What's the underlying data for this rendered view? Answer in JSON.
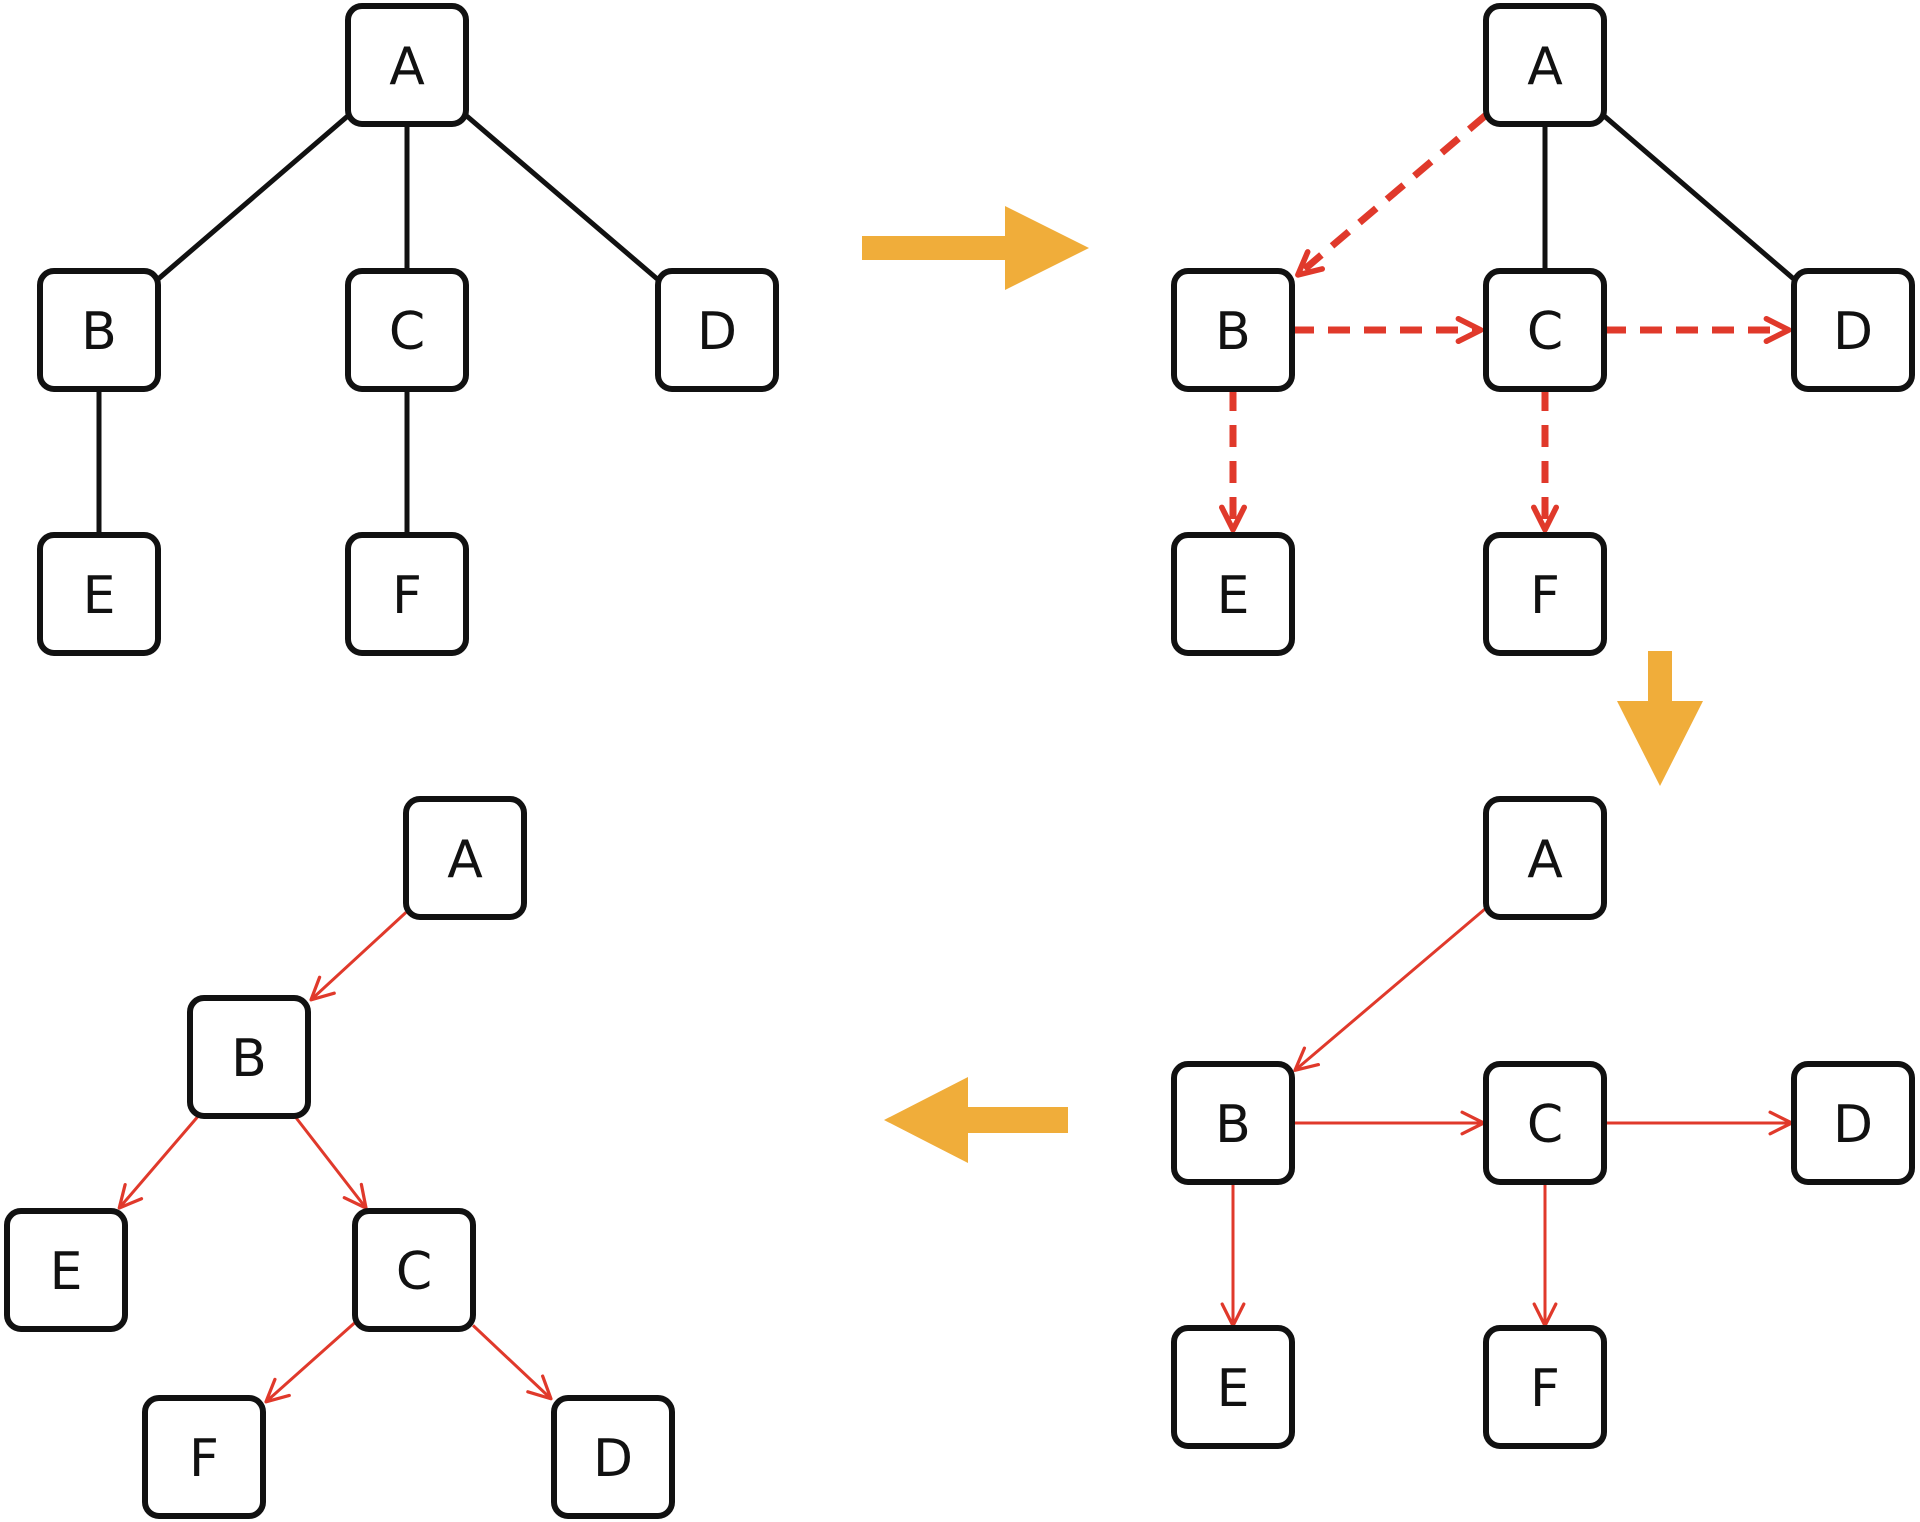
{
  "colors": {
    "node_stroke": "#111111",
    "edge_black": "#111111",
    "edge_red": "#e0392b",
    "step_arrow": "#f0ad3a"
  },
  "panels": [
    {
      "id": "original-tree",
      "nodes": [
        {
          "id": "A",
          "label": "A"
        },
        {
          "id": "B",
          "label": "B"
        },
        {
          "id": "C",
          "label": "C"
        },
        {
          "id": "D",
          "label": "D"
        },
        {
          "id": "E",
          "label": "E"
        },
        {
          "id": "F",
          "label": "F"
        }
      ],
      "edges": [
        {
          "from": "A",
          "to": "B",
          "style": "solid-black"
        },
        {
          "from": "A",
          "to": "C",
          "style": "solid-black"
        },
        {
          "from": "A",
          "to": "D",
          "style": "solid-black"
        },
        {
          "from": "B",
          "to": "E",
          "style": "solid-black"
        },
        {
          "from": "C",
          "to": "F",
          "style": "solid-black"
        }
      ]
    },
    {
      "id": "relinking-tree",
      "nodes": [
        {
          "id": "A",
          "label": "A"
        },
        {
          "id": "B",
          "label": "B"
        },
        {
          "id": "C",
          "label": "C"
        },
        {
          "id": "D",
          "label": "D"
        },
        {
          "id": "E",
          "label": "E"
        },
        {
          "id": "F",
          "label": "F"
        }
      ],
      "edges": [
        {
          "from": "A",
          "to": "C",
          "style": "solid-black"
        },
        {
          "from": "A",
          "to": "D",
          "style": "solid-black"
        },
        {
          "from": "A",
          "to": "B",
          "style": "dashed-red-arrow"
        },
        {
          "from": "B",
          "to": "C",
          "style": "dashed-red-arrow"
        },
        {
          "from": "C",
          "to": "D",
          "style": "dashed-red-arrow"
        },
        {
          "from": "B",
          "to": "E",
          "style": "dashed-red-arrow"
        },
        {
          "from": "C",
          "to": "F",
          "style": "dashed-red-arrow"
        }
      ]
    },
    {
      "id": "binary-links-tree",
      "nodes": [
        {
          "id": "A",
          "label": "A"
        },
        {
          "id": "B",
          "label": "B"
        },
        {
          "id": "C",
          "label": "C"
        },
        {
          "id": "D",
          "label": "D"
        },
        {
          "id": "E",
          "label": "E"
        },
        {
          "id": "F",
          "label": "F"
        }
      ],
      "edges": [
        {
          "from": "A",
          "to": "B",
          "style": "thin-red-arrow"
        },
        {
          "from": "B",
          "to": "C",
          "style": "thin-red-arrow"
        },
        {
          "from": "C",
          "to": "D",
          "style": "thin-red-arrow"
        },
        {
          "from": "B",
          "to": "E",
          "style": "thin-red-arrow"
        },
        {
          "from": "C",
          "to": "F",
          "style": "thin-red-arrow"
        }
      ]
    },
    {
      "id": "binary-tree",
      "nodes": [
        {
          "id": "A",
          "label": "A"
        },
        {
          "id": "B",
          "label": "B"
        },
        {
          "id": "C",
          "label": "C"
        },
        {
          "id": "D",
          "label": "D"
        },
        {
          "id": "E",
          "label": "E"
        },
        {
          "id": "F",
          "label": "F"
        }
      ],
      "edges": [
        {
          "from": "A",
          "to": "B",
          "style": "thin-red-arrow"
        },
        {
          "from": "B",
          "to": "E",
          "style": "thin-red-arrow"
        },
        {
          "from": "B",
          "to": "C",
          "style": "thin-red-arrow"
        },
        {
          "from": "C",
          "to": "F",
          "style": "thin-red-arrow"
        },
        {
          "from": "C",
          "to": "D",
          "style": "thin-red-arrow"
        }
      ]
    }
  ],
  "step_arrows": [
    {
      "id": "step-1",
      "direction": "right"
    },
    {
      "id": "step-2",
      "direction": "down"
    },
    {
      "id": "step-3",
      "direction": "left"
    }
  ]
}
